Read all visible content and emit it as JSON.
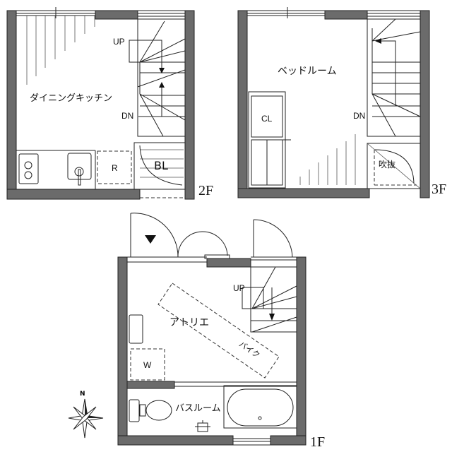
{
  "floors": {
    "f2": {
      "label": "2F",
      "rooms": {
        "dining_kitchen": "ダイニングキッチン",
        "up": "UP",
        "dn": "DN",
        "refrigerator": "R",
        "balcony": "BL"
      }
    },
    "f3": {
      "label": "3F",
      "rooms": {
        "bedroom": "ベッドルーム",
        "closet": "CL",
        "dn": "DN",
        "void": "吹抜"
      }
    },
    "f1": {
      "label": "1F",
      "rooms": {
        "atelier": "アトリエ",
        "up": "UP",
        "bike": "バイク",
        "washer": "W",
        "bathroom": "バスルーム"
      }
    }
  },
  "compass": {
    "north": "N"
  }
}
